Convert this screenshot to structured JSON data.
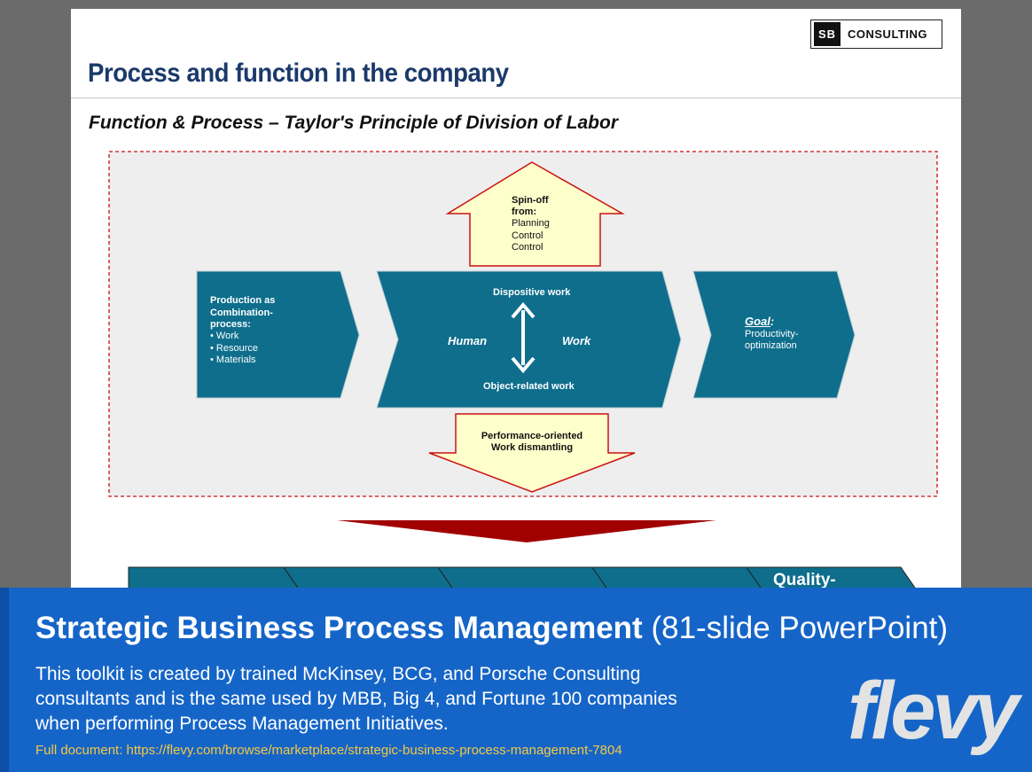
{
  "logo": {
    "badge": "SB",
    "name": "CONSULTING"
  },
  "slide": {
    "title": "Process and function in the company",
    "subtitle": "Function & Process – Taylor's Principle of Division of Labor"
  },
  "diagram": {
    "spinoff": {
      "heading1": "Spin-off",
      "heading2": "from:",
      "items": [
        "Planning",
        "Control",
        "Control"
      ]
    },
    "production": {
      "heading1": "Production as",
      "heading2": "Combination-",
      "heading3": "process:",
      "items": [
        "• Work",
        "• Resource",
        "• Materials"
      ]
    },
    "center": {
      "top": "Dispositive work",
      "left": "Human",
      "right": "Work",
      "bottom": "Object-related work"
    },
    "goal": {
      "label": "Goal",
      "colon": ":",
      "line1": "Productivity-",
      "line2": "optimization"
    },
    "performance": {
      "line1": "Performance-oriented",
      "line2": "Work dismantling"
    },
    "bottom_row": {
      "partial_label": "Quality-"
    }
  },
  "colors": {
    "teal": "#0e6e8c",
    "arrow_fill": "#ffffcc",
    "arrow_border": "#cc1111",
    "title_blue": "#1b3a6b",
    "banner_blue": "#1565c8",
    "link_yellow": "#f5c842"
  },
  "banner": {
    "title_strong": "Strategic Business Process Management",
    "title_light": "(81-slide PowerPoint)",
    "description": "This toolkit is created by trained McKinsey, BCG, and Porsche Consulting consultants and is the same used by MBB, Big 4, and Fortune 100 companies when performing Process Management Initiatives.",
    "link": "Full document: https://flevy.com/browse/marketplace/strategic-business-process-management-7804",
    "brand": "flevy"
  }
}
